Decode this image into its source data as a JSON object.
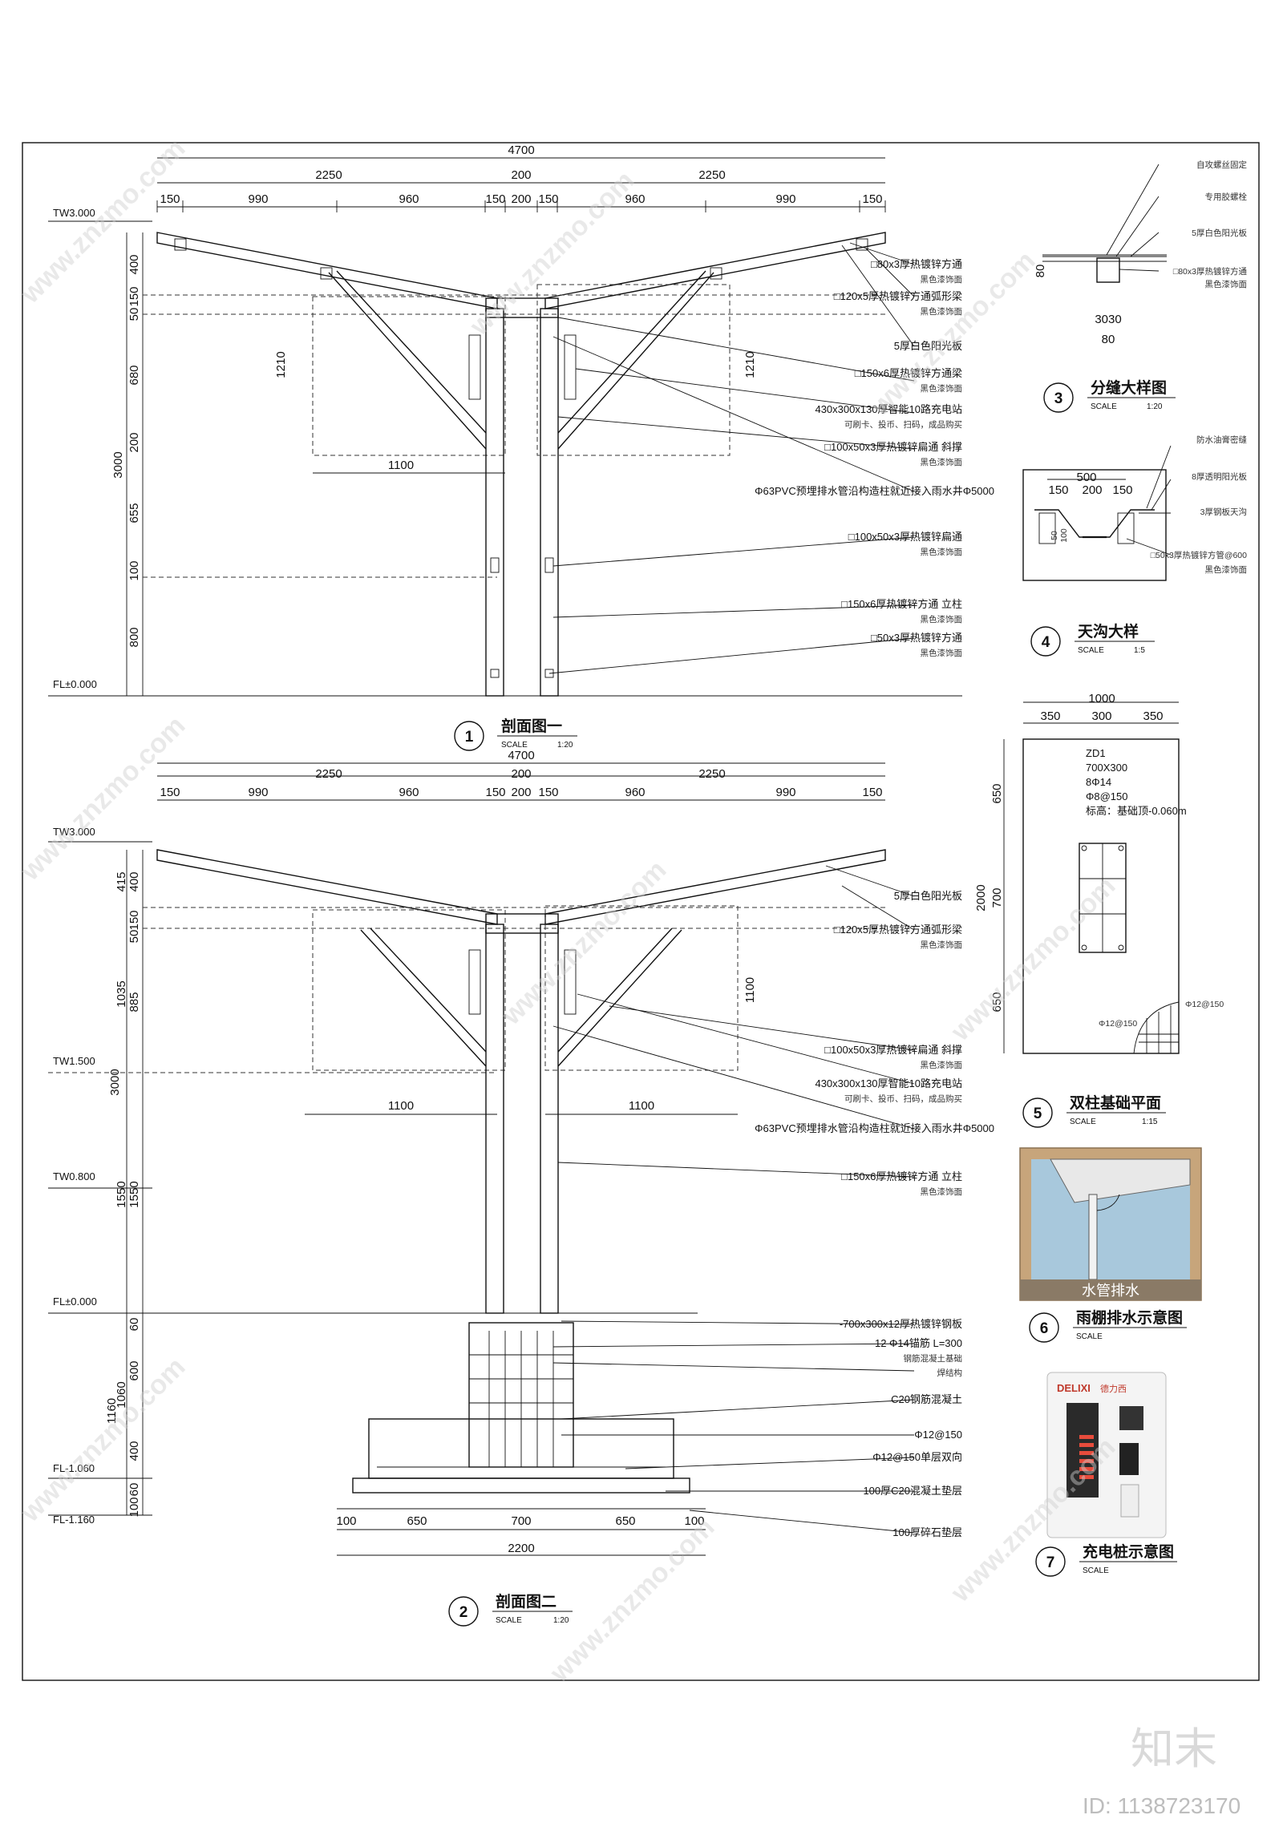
{
  "overall_dims": {
    "total": "4700",
    "half_left": "2250",
    "mid": "200",
    "half_right": "2250",
    "segs_left": [
      "150",
      "990",
      "960",
      "150"
    ],
    "segs_right": [
      "150",
      "960",
      "990",
      "150"
    ],
    "center": "200"
  },
  "levels": {
    "tw3": "TW3.000",
    "fl0": "FL±0.000",
    "tw15": "TW1.500",
    "tw08": "TW0.800",
    "fl_106": "FL-1.060",
    "fl_116": "FL-1.160"
  },
  "sec1_vert_dims": [
    "400",
    "150",
    "50",
    "680",
    "200",
    "655",
    "100",
    "800",
    "3000"
  ],
  "sec1_inner": {
    "w": "1100",
    "h_left": "1210",
    "h_right": "1210"
  },
  "sec1_ann": [
    {
      "main": "□80x3厚热镀锌方通",
      "sub": "黑色漆饰面"
    },
    {
      "main": "□120x5厚热镀锌方通弧形梁",
      "sub": "黑色漆饰面"
    },
    {
      "main": "5厚白色阳光板",
      "sub": ""
    },
    {
      "main": "□150x6厚热镀锌方通梁",
      "sub": "黑色漆饰面"
    },
    {
      "main": "430x300x130厚智能10路充电站",
      "sub": "可刷卡、投币、扫码，成品购买"
    },
    {
      "main": "□100x50x3厚热镀锌扁通 斜撑",
      "sub": "黑色漆饰面"
    },
    {
      "main": "Φ63PVC预埋排水管沿构造柱就近接入雨水井Φ5000",
      "sub": ""
    },
    {
      "main": "□100x50x3厚热镀锌扁通",
      "sub": "黑色漆饰面"
    },
    {
      "main": "□150x6厚热镀锌方通 立柱",
      "sub": "黑色漆饰面"
    },
    {
      "main": "□50x3厚热镀锌方通",
      "sub": "黑色漆饰面"
    }
  ],
  "sec1_title": {
    "num": "1",
    "name": "剖面图一",
    "scale_label": "SCALE",
    "scale": "1:20"
  },
  "sec2_vert_dims": [
    "415",
    "400",
    "150",
    "50",
    "1035",
    "885",
    "3000",
    "1550",
    "1550",
    "60",
    "600",
    "1060",
    "1160",
    "400",
    "60",
    "100"
  ],
  "sec2_inner": {
    "w": "1100",
    "h": "1100"
  },
  "sec2_bottom_dims": {
    "segs": [
      "100",
      "650",
      "700",
      "650",
      "100"
    ],
    "total": "2200"
  },
  "sec2_ann": [
    {
      "main": "5厚白色阳光板",
      "sub": ""
    },
    {
      "main": "□120x5厚热镀锌方通弧形梁",
      "sub": "黑色漆饰面"
    },
    {
      "main": "□100x50x3厚热镀锌扁通 斜撑",
      "sub": "黑色漆饰面"
    },
    {
      "main": "430x300x130厚智能10路充电站",
      "sub": "可刷卡、投币、扫码，成品购买"
    },
    {
      "main": "Φ63PVC预埋排水管沿构造柱就近接入雨水井Φ5000",
      "sub": ""
    },
    {
      "main": "□150x6厚热镀锌方通 立柱",
      "sub": "黑色漆饰面"
    },
    {
      "main": "-700x300x12厚热镀锌钢板",
      "sub": ""
    },
    {
      "main": "12 Φ14锚筋 L=300",
      "sub": "钢筋混凝土基础"
    },
    {
      "main": "",
      "sub": "焊结构"
    },
    {
      "main": "C20钢筋混凝土",
      "sub": ""
    },
    {
      "main": "Φ12@150",
      "sub": ""
    },
    {
      "main": "Φ12@150单层双向",
      "sub": ""
    },
    {
      "main": "100厚C20混凝土垫层",
      "sub": ""
    },
    {
      "main": "100厚碎石垫层",
      "sub": ""
    }
  ],
  "sec2_title": {
    "num": "2",
    "name": "剖面图二",
    "scale_label": "SCALE",
    "scale": "1:20"
  },
  "d3": {
    "labels": [
      "自攻螺丝固定",
      "专用胶螺栓",
      "5厚白色阳光板",
      "□80x3厚热镀锌方通",
      "黑色漆饰面"
    ],
    "dims": [
      "80",
      "3030",
      "80"
    ],
    "num": "3",
    "name": "分缝大样图",
    "scale_label": "SCALE",
    "scale": "1:20"
  },
  "d4": {
    "labels": [
      "防水油膏密缝",
      "8厚透明阳光板",
      "3厚钢板天沟",
      "□50x3厚热镀锌方管@600",
      "黑色漆饰面"
    ],
    "dims": [
      "500",
      "150",
      "200",
      "150",
      "50",
      "100"
    ],
    "num": "4",
    "name": "天沟大样",
    "scale_label": "SCALE",
    "scale": "1:5"
  },
  "d5": {
    "dims_top": [
      "1000",
      "350",
      "300",
      "350"
    ],
    "dims_side": [
      "650",
      "700",
      "650",
      "2000"
    ],
    "zd": [
      "ZD1",
      "700X300",
      "8Φ14",
      "Φ8@150",
      "标高：基础顶-0.060m"
    ],
    "rebar": [
      "Φ12@150",
      "Φ12@150"
    ],
    "num": "5",
    "name": "双柱基础平面",
    "scale_label": "SCALE",
    "scale": "1:15"
  },
  "d6": {
    "caption": "水管排水",
    "num": "6",
    "name": "雨棚排水示意图",
    "scale_label": "SCALE"
  },
  "d7": {
    "brand": "DELIXI",
    "brand_cn": "德力西",
    "num": "7",
    "name": "充电桩示意图",
    "scale_label": "SCALE"
  },
  "watermark": {
    "text": "www.znzmo.com",
    "brand": "知末",
    "id": "ID: 1138723170"
  }
}
